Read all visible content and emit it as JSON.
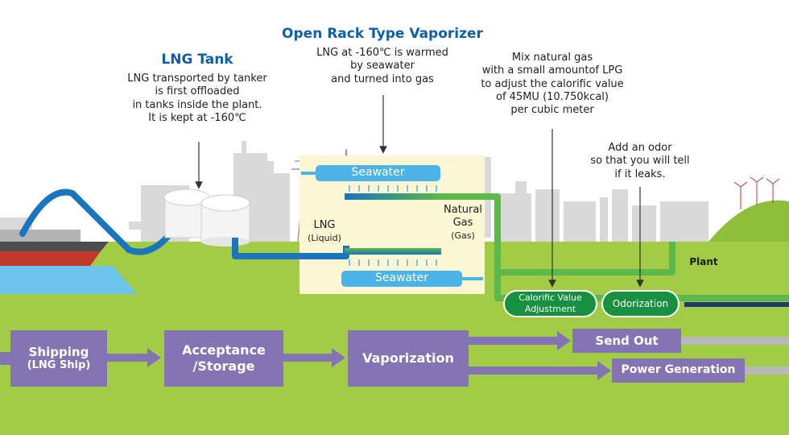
{
  "lng_tank": {
    "title": "LNG Tank",
    "lines": [
      "LNG transported by tanker",
      "is first offloaded",
      "in tanks inside the plant.",
      "It is kept at -160℃"
    ]
  },
  "vaporizer": {
    "title": "Open Rack Type Vaporizer",
    "lines": [
      "LNG at -160℃ is warmed",
      "by seawater",
      "and turned into gas"
    ],
    "seawater_top": "Seawater",
    "seawater_bottom": "Seawater",
    "lng_label": "LNG",
    "lng_sub": "(Liquid)",
    "gas_label_1": "Natural",
    "gas_label_2": "Gas",
    "gas_sub": "(Gas)"
  },
  "calorific_note": {
    "lines": [
      "Mix natural gas",
      "with a small amountof LPG",
      "to adjust the calorific value",
      "of 45MU (10.750kcal)",
      "per cubic meter"
    ]
  },
  "odor_note": {
    "lines": [
      "Add an odor",
      "so that you will tell",
      "if it leaks."
    ]
  },
  "plant_label": "Plant",
  "stations": {
    "calorific_line1": "Calorific Value",
    "calorific_line2": "Adjustment",
    "odorization": "Odorization"
  },
  "flow": {
    "shipping_line1": "Shipping",
    "shipping_line2": "(LNG Ship)",
    "acceptance_line1": "Acceptance",
    "acceptance_line2": "/Storage",
    "vaporization": "Vaporization",
    "send_out": "Send Out",
    "power_generation": "Power Generation"
  },
  "colors": {
    "grass": "#a3cc46",
    "sea": "#6cc4ea",
    "pipe_blue": "#1a75bc",
    "pipe_green": "#5cb84a",
    "flow_box": "#8574b3",
    "station_green": "#179141",
    "heading_blue": "#0f5ea8"
  }
}
